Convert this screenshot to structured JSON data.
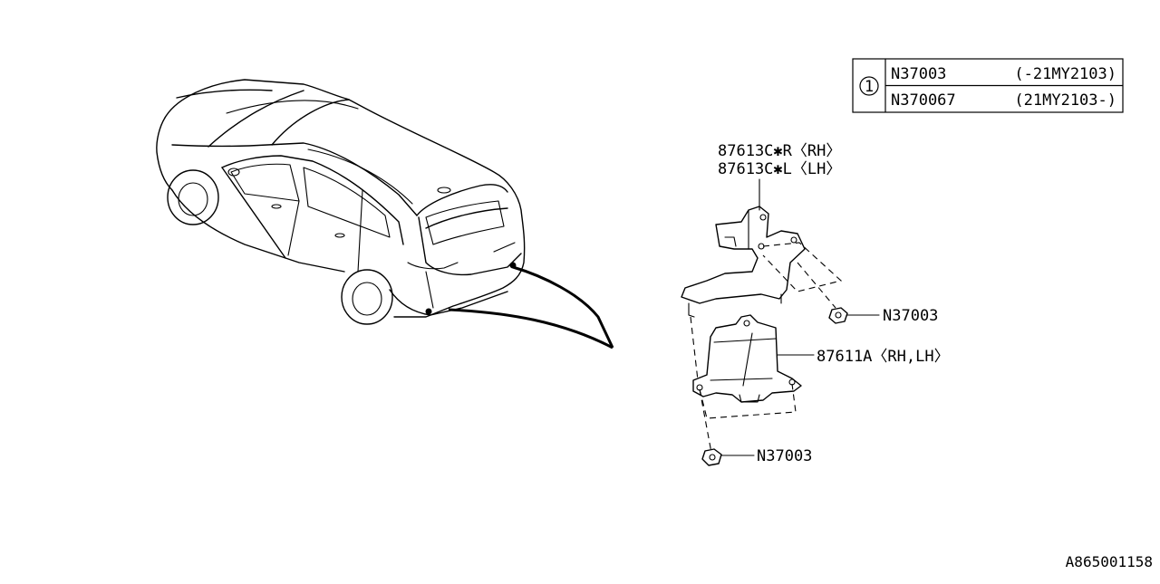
{
  "reference_table": {
    "ref_mark": "1",
    "rows": [
      {
        "part": "N37003",
        "range": "(-21MY2103)"
      },
      {
        "part": "N370067",
        "range": "(21MY2103-)"
      }
    ]
  },
  "callouts": {
    "bracket_rh": "87613C✱R〈RH〉",
    "bracket_lh": "87613C✱L〈LH〉",
    "nut_upper": "N37003",
    "sensor_unit": "87611A〈RH,LH〉",
    "nut_lower": "N37003"
  },
  "diagram_id": "A865001158"
}
